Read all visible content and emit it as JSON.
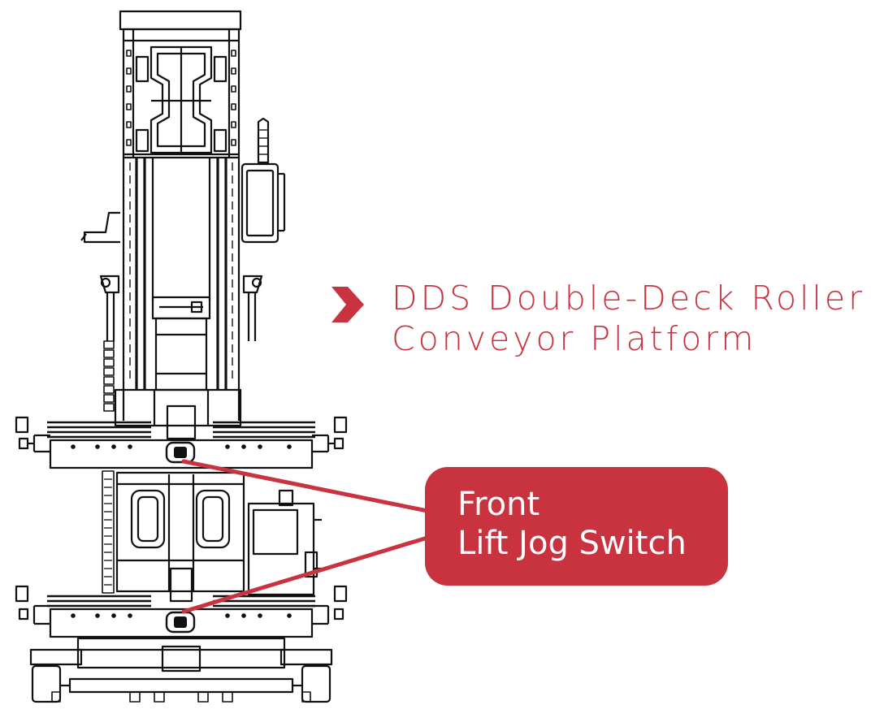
{
  "title": {
    "line1": "DDS Double-Deck Roller",
    "line2": "Conveyor Platform"
  },
  "callout": {
    "line1": "Front",
    "line2": "Lift Jog Switch"
  },
  "colors": {
    "accent": "#c8333f",
    "line": "#111111",
    "callout_text": "#ffffff"
  },
  "icons": {
    "title_bullet": "chevron-right-icon",
    "switch": "jog-switch-icon"
  }
}
